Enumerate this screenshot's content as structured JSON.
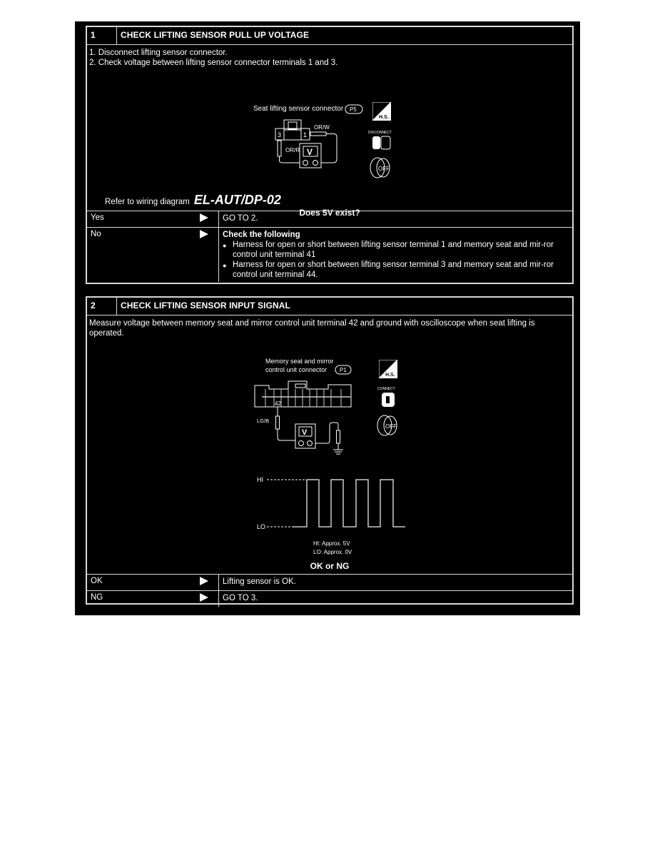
{
  "step1": {
    "number": "1",
    "title": "CHECK LIFTING SENSOR PULL UP VOLTAGE",
    "instructions": [
      "1. Disconnect lifting sensor connector.",
      "2. Check voltage between lifting sensor connector terminals 1 and 3."
    ],
    "diagram": {
      "connector_label": "Seat lifting sensor connector",
      "connector_id": "P5",
      "terminal_left": "3",
      "terminal_right": "1",
      "wire_top": "OR/W",
      "wire_left": "OR/R",
      "meter": "V",
      "icons": [
        "hs-icon",
        "disconnect-icon",
        "ignition-off-icon"
      ],
      "icon_texts": {
        "hs": "H.S.",
        "disconnect": "DISCONNECT",
        "off": "OFF"
      }
    },
    "refer_text": "Refer to wiring diagram",
    "refer_code": "EL-AUT/DP-02",
    "question": "Does 5V exist?",
    "results": [
      {
        "label": "Yes",
        "action_text": "GO TO 2."
      },
      {
        "label": "No",
        "action_heading": "Check the following",
        "bullets": [
          "Harness for open or short between lifting sensor terminal 1 and memory seat and mir-ror control unit terminal 41",
          "Harness for open or short between lifting sensor terminal 3 and memory seat and mir-ror control unit terminal 44."
        ]
      }
    ]
  },
  "step2": {
    "number": "2",
    "title": "CHECK LIFTING SENSOR INPUT SIGNAL",
    "instruction": "Measure voltage between memory seat and mirror control unit terminal 42 and ground with oscilloscope when seat lifting is operated.",
    "diagram": {
      "connector_label_line1": "Memory seat and mirror",
      "connector_label_line2": "control unit connector",
      "connector_id": "P1",
      "terminal": "42",
      "wire": "LG/B",
      "meter": "V",
      "icon_texts": {
        "hs": "H.S.",
        "connect": "CONNECT",
        "off": "OFF"
      }
    },
    "waveform": {
      "hi_label": "HI",
      "lo_label": "LO",
      "note_hi": "HI: Approx. 5V",
      "note_lo": "LO: Approx. 0V"
    },
    "question": "OK or NG",
    "results": [
      {
        "label": "OK",
        "action_text": "Lifting sensor is OK."
      },
      {
        "label": "NG",
        "action_text": "GO TO 3."
      }
    ]
  }
}
